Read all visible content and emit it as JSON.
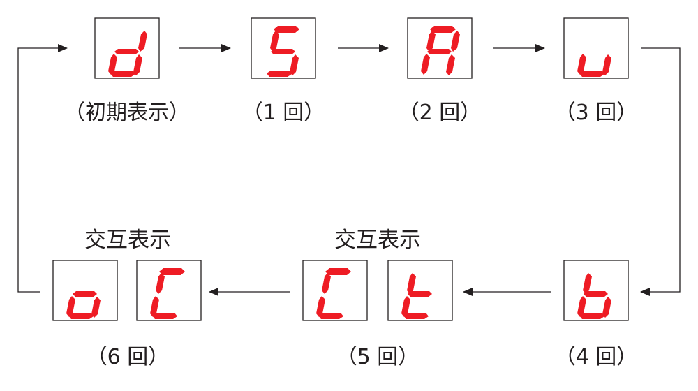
{
  "displays": [
    {
      "char": "d",
      "caption": "（初期表示）"
    },
    {
      "char": "5",
      "caption": "（1 回）"
    },
    {
      "char": "A",
      "caption": "（2 回）"
    },
    {
      "char": "u",
      "caption": "（3 回）"
    },
    {
      "char": "b",
      "caption": "（4 回）"
    },
    {
      "char": "Ct",
      "caption": "（5 回）",
      "group_label": "交互表示"
    },
    {
      "char": "oC",
      "caption": "（6 回）",
      "group_label": "交互表示"
    }
  ],
  "segment_color": "#ee1c24",
  "line_color": "#231f20"
}
